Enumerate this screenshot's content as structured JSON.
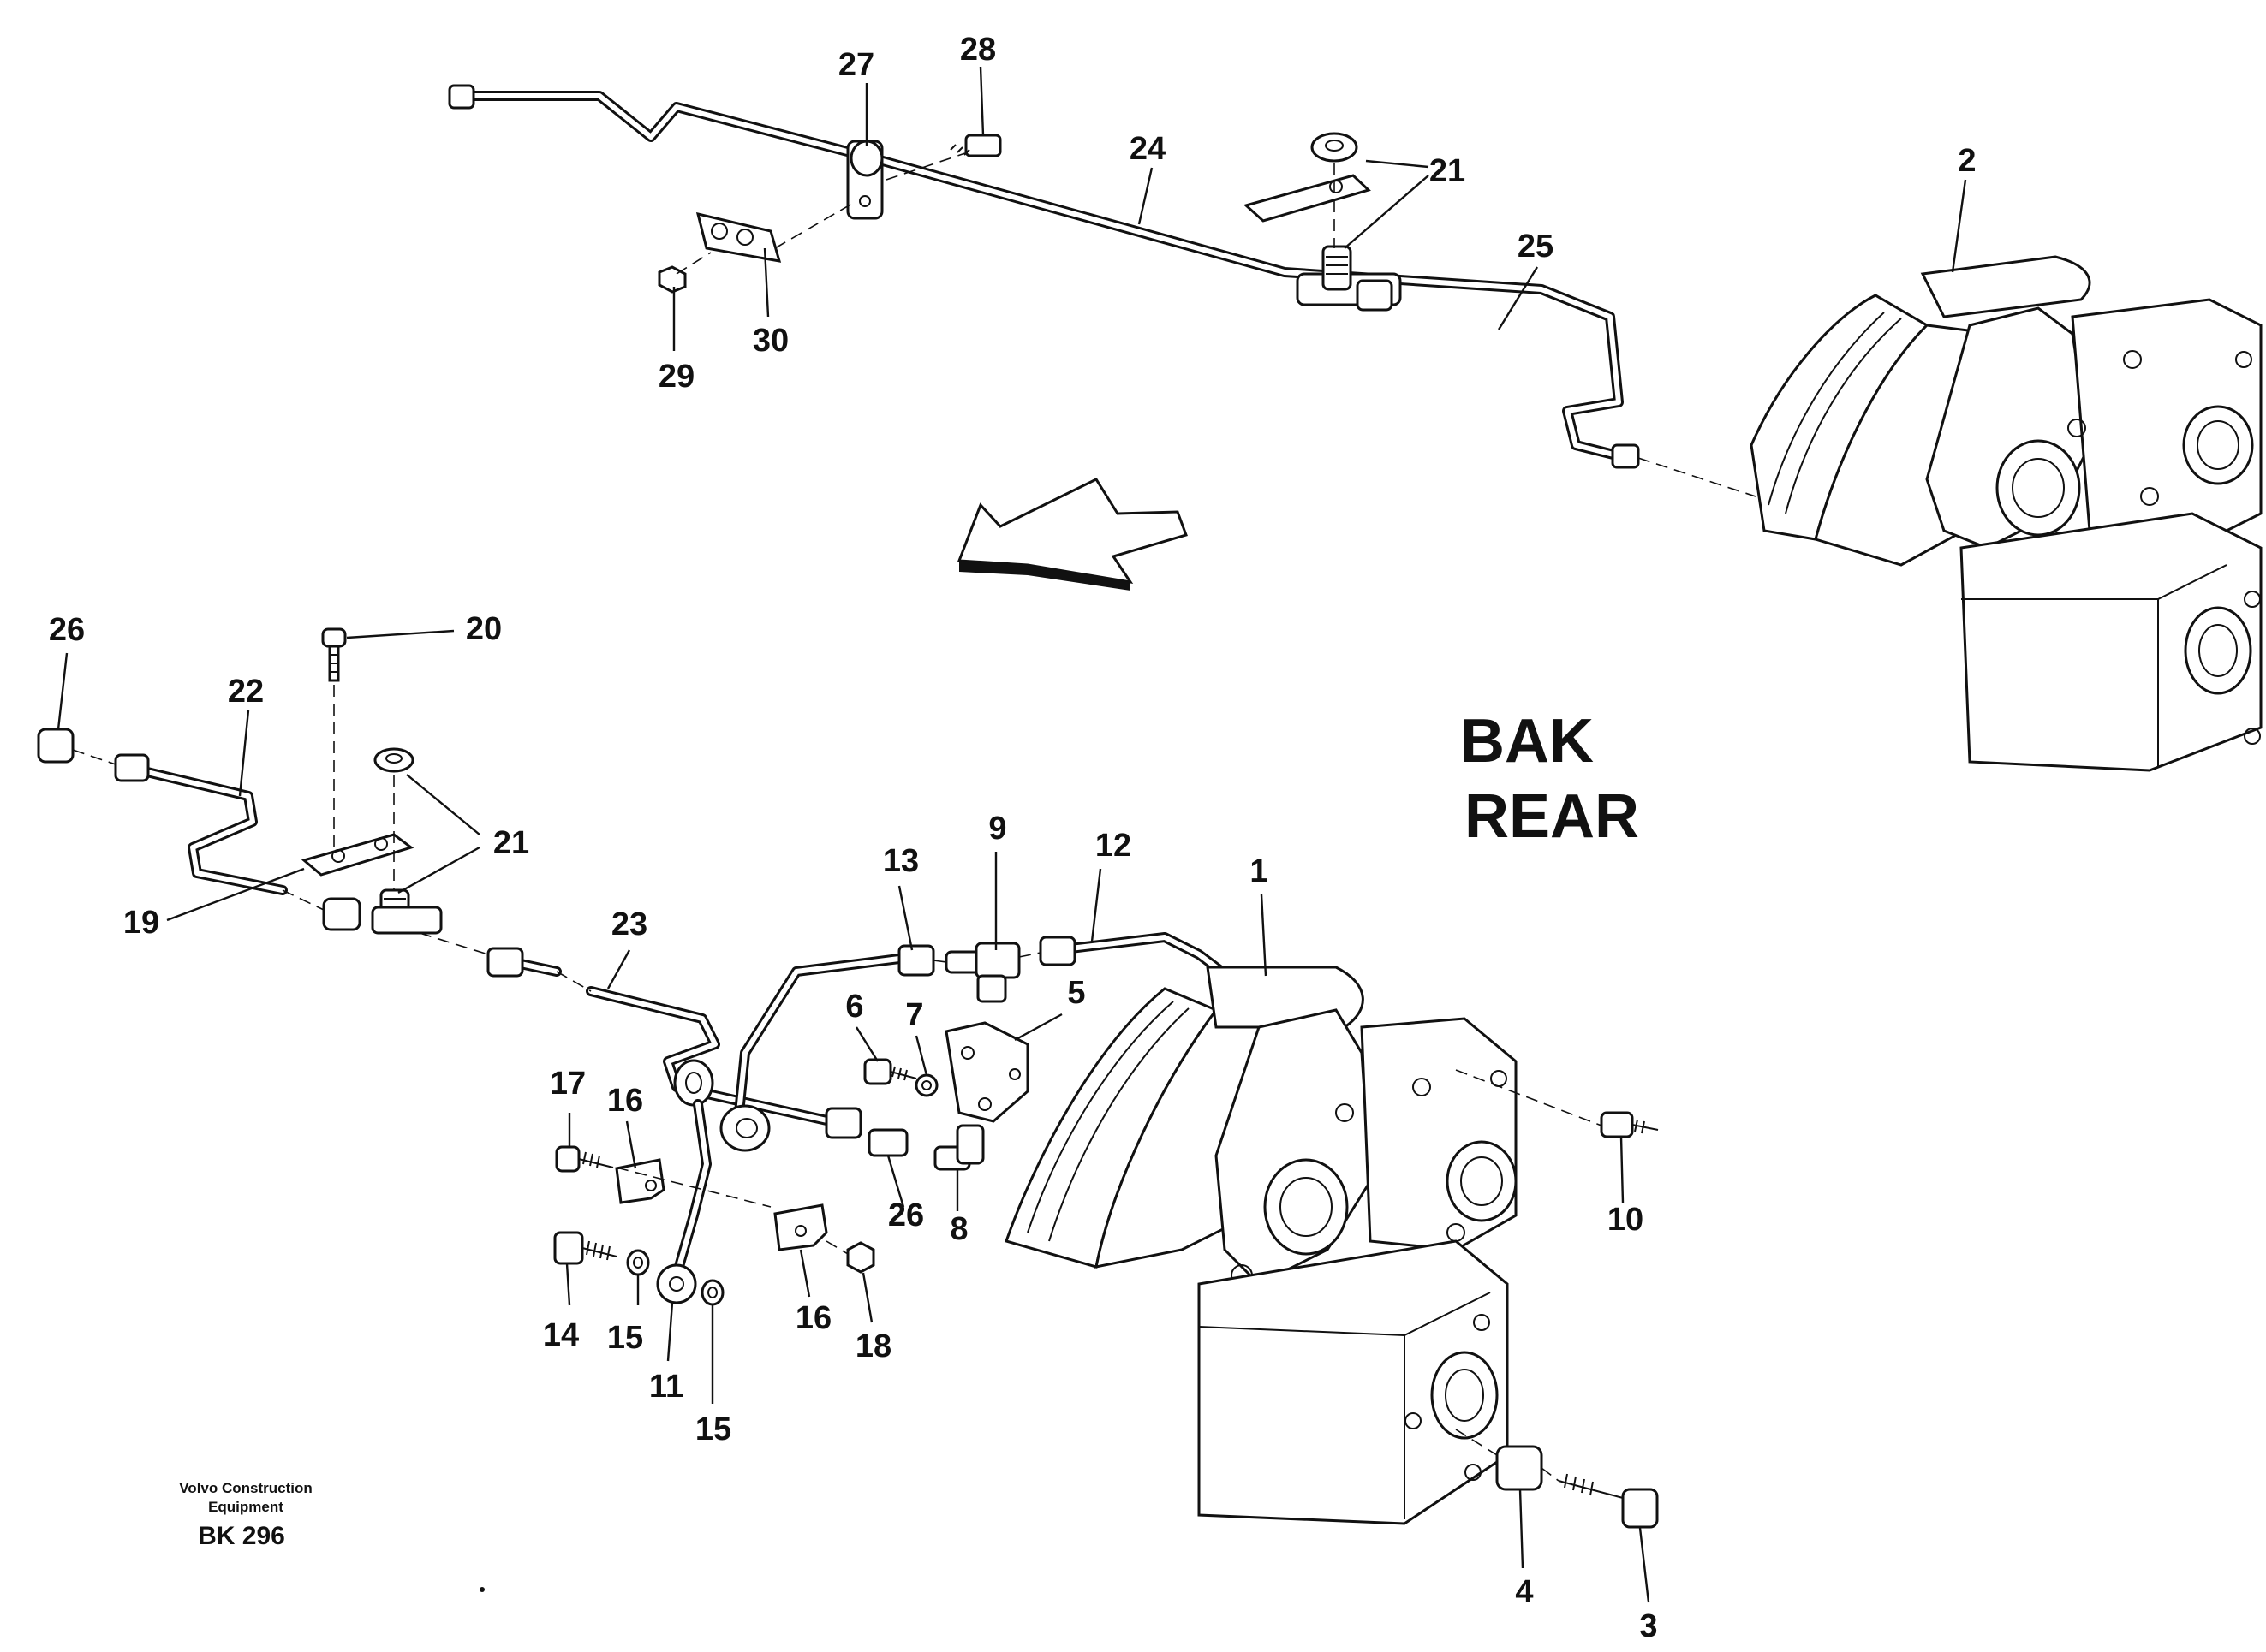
{
  "diagram": {
    "direction_label_line1": "BAK",
    "direction_label_line2": "REAR",
    "footer_company": "Volvo Construction",
    "footer_company_line2": "Equipment",
    "footer_code": "BK 296",
    "callouts": {
      "c1": "1",
      "c2": "2",
      "c3": "3",
      "c4": "4",
      "c5": "5",
      "c6": "6",
      "c7": "7",
      "c8": "8",
      "c9": "9",
      "c10": "10",
      "c11": "11",
      "c12": "12",
      "c13": "13",
      "c14": "14",
      "c15a": "15",
      "c15b": "15",
      "c16a": "16",
      "c16b": "16",
      "c17": "17",
      "c18": "18",
      "c19": "19",
      "c20": "20",
      "c21a": "21",
      "c21b": "21",
      "c22": "22",
      "c23": "23",
      "c24": "24",
      "c25": "25",
      "c26a": "26",
      "c26b": "26",
      "c27": "27",
      "c28": "28",
      "c29": "29",
      "c30": "30"
    }
  }
}
